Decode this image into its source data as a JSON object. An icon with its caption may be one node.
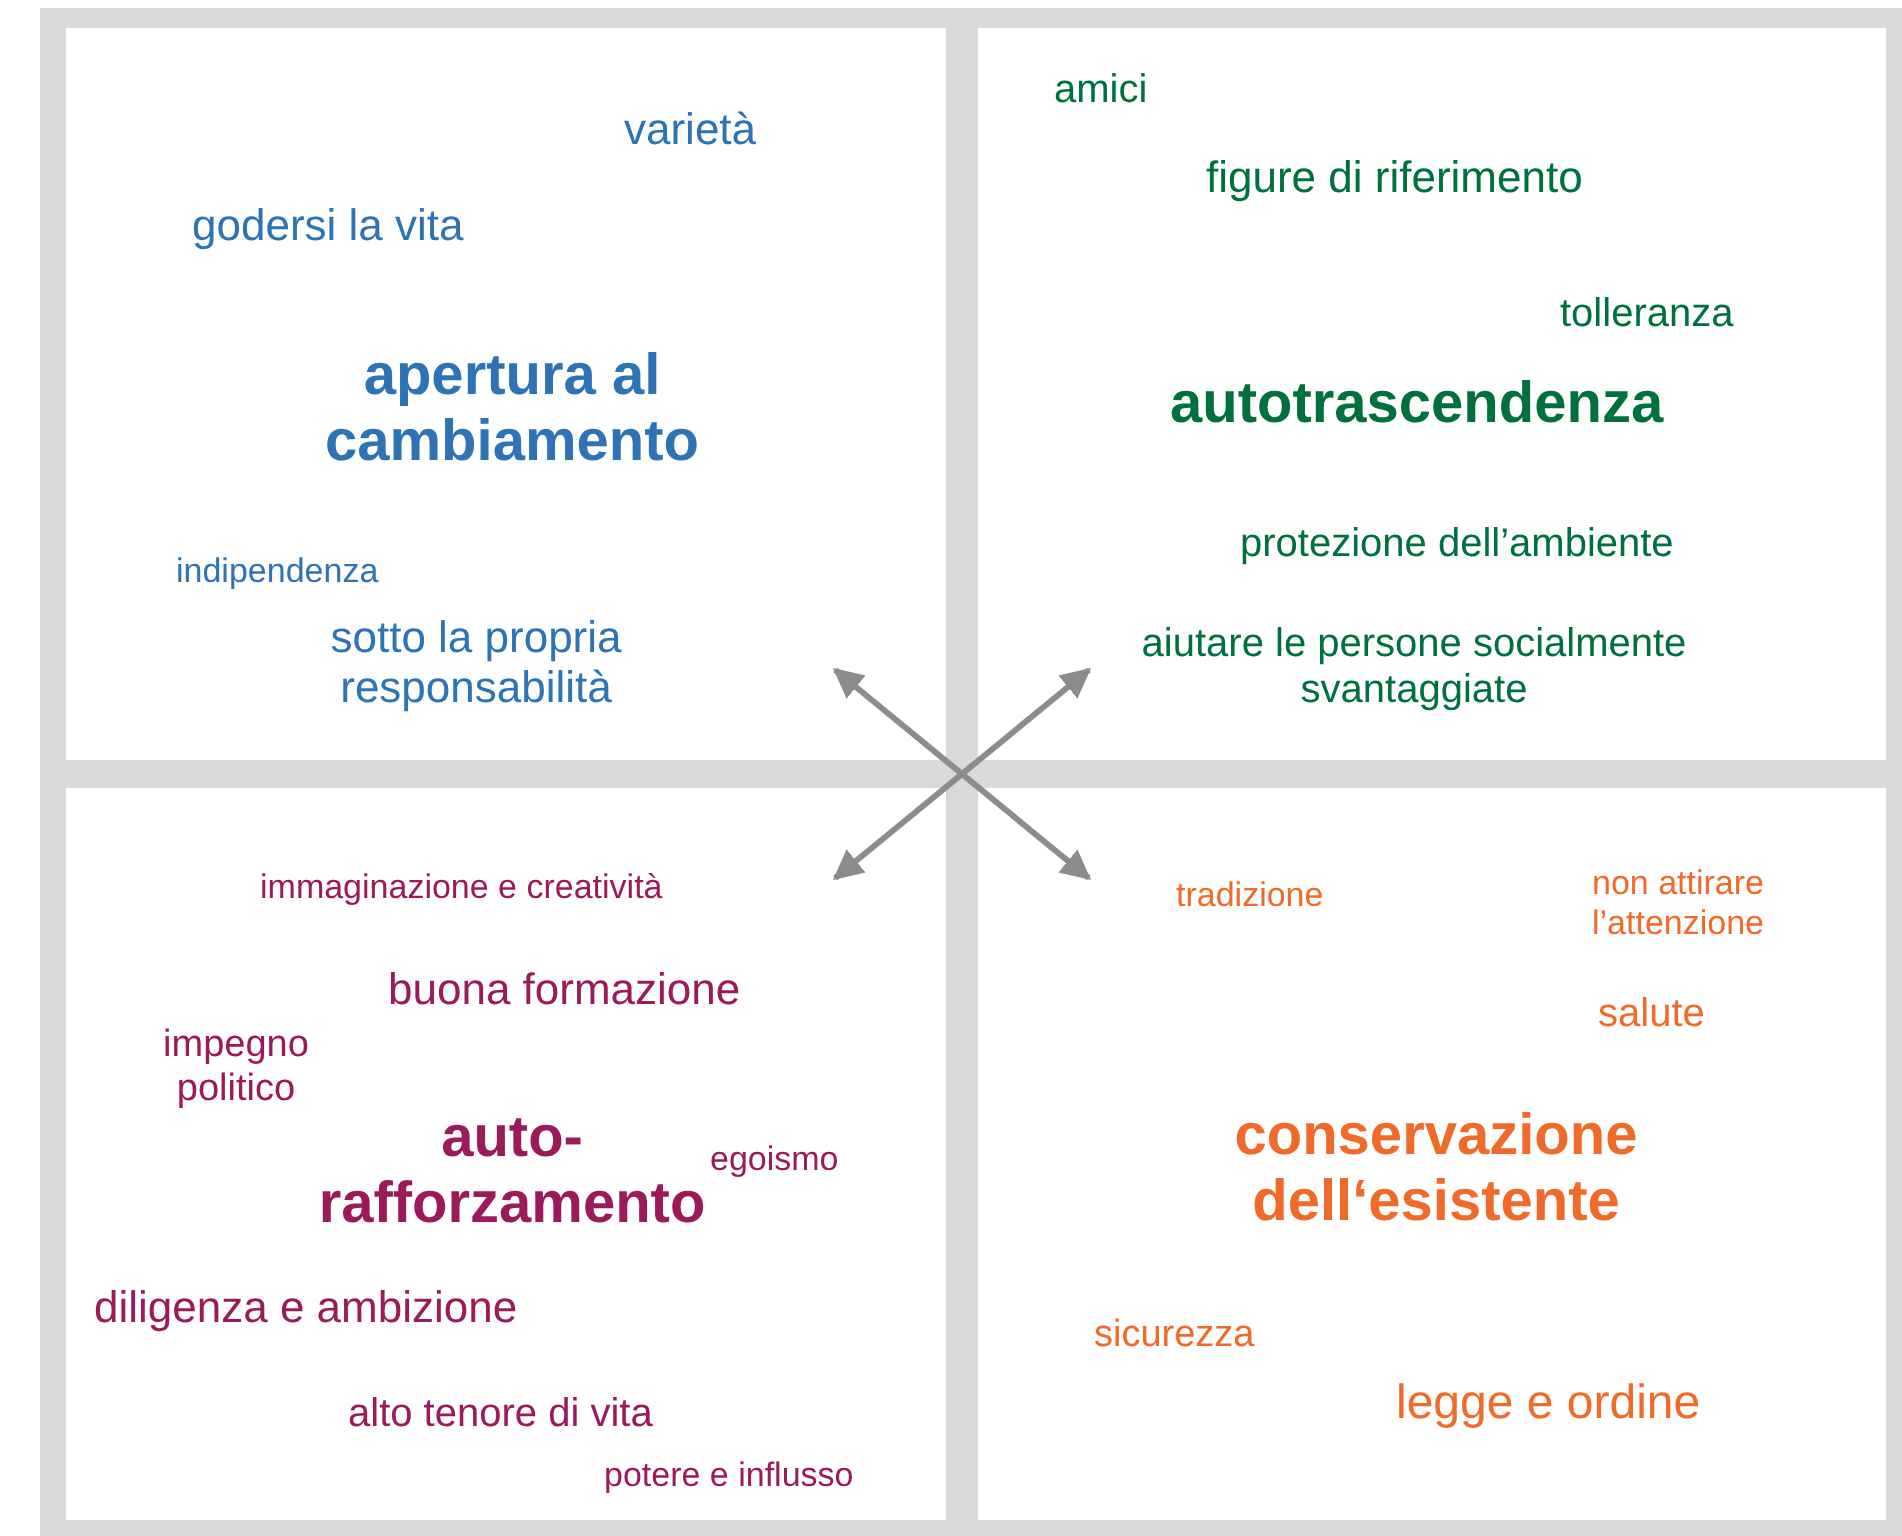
{
  "diagram": {
    "nodes": [
      {
        "text": [
          "varietà",
          "godersi la vita",
          "apertura al cambiamento",
          "indipendenza",
          "sotto la propria responsabilità"
        ]
      },
      {
        "text": [
          "amici",
          "figure di riferimento",
          "tolleranza",
          "autotrascendenza",
          "protezione dell’ambiente",
          "aiutare le persone socialmente svantaggiate"
        ]
      },
      {
        "text": [
          "immaginazione e creatività",
          "buona formazione",
          "impegno politico",
          "auto-rafforzamento",
          "egoismo",
          "diligenza e ambizione",
          "alto tenore di vita",
          "potere e influsso"
        ]
      },
      {
        "text": [
          "tradizione",
          "non attirare l’attenzione",
          "salute",
          "conservazione dell‘esistente",
          "sicurezza",
          "legge e ordine"
        ]
      }
    ],
    "edges": [
      {
        "from": 0,
        "to": 3,
        "arrow": "both"
      },
      {
        "from": 1,
        "to": 2,
        "arrow": "both"
      }
    ]
  }
}
